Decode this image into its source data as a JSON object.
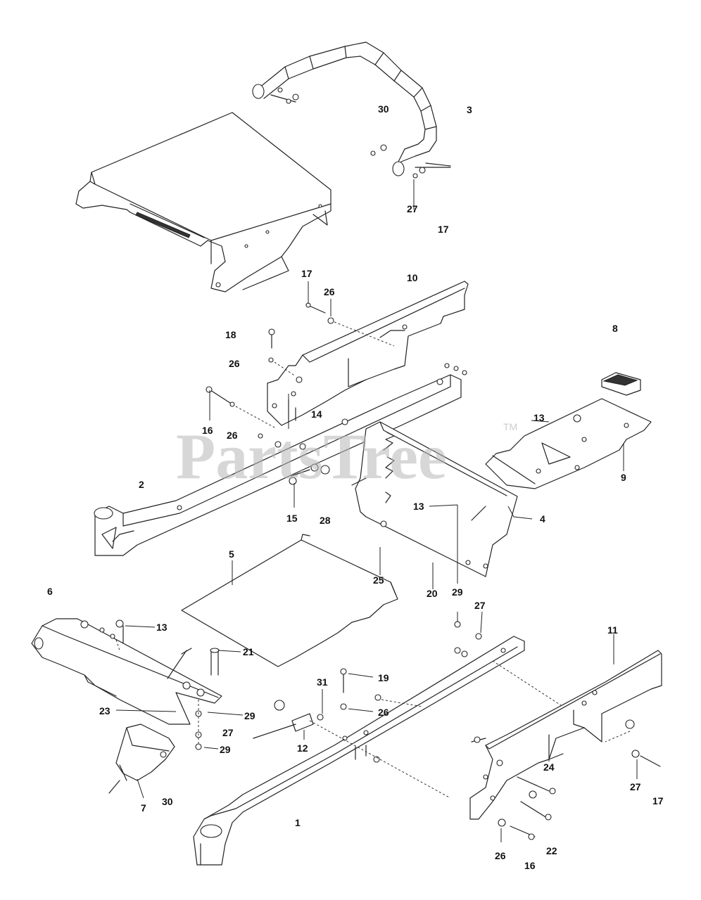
{
  "watermark": {
    "text": "PartsTree",
    "trademark": "TM"
  },
  "callouts": [
    {
      "id": "c30a",
      "label": "30"
    },
    {
      "id": "c3",
      "label": "3"
    },
    {
      "id": "c27a",
      "label": "27"
    },
    {
      "id": "c17a",
      "label": "17"
    },
    {
      "id": "c10",
      "label": "10"
    },
    {
      "id": "c17b",
      "label": "17"
    },
    {
      "id": "c26a",
      "label": "26"
    },
    {
      "id": "c18",
      "label": "18"
    },
    {
      "id": "c8",
      "label": "8"
    },
    {
      "id": "c26b",
      "label": "26"
    },
    {
      "id": "c14",
      "label": "14"
    },
    {
      "id": "c16a",
      "label": "16"
    },
    {
      "id": "c26c",
      "label": "26"
    },
    {
      "id": "c13a",
      "label": "13"
    },
    {
      "id": "c9",
      "label": "9"
    },
    {
      "id": "c2",
      "label": "2"
    },
    {
      "id": "c13b",
      "label": "13"
    },
    {
      "id": "c4",
      "label": "4"
    },
    {
      "id": "c15",
      "label": "15"
    },
    {
      "id": "c28",
      "label": "28"
    },
    {
      "id": "c5",
      "label": "5"
    },
    {
      "id": "c25",
      "label": "25"
    },
    {
      "id": "c6",
      "label": "6"
    },
    {
      "id": "c20",
      "label": "20"
    },
    {
      "id": "c29a",
      "label": "29"
    },
    {
      "id": "c27b",
      "label": "27"
    },
    {
      "id": "c13c",
      "label": "13"
    },
    {
      "id": "c11",
      "label": "11"
    },
    {
      "id": "c21",
      "label": "21"
    },
    {
      "id": "c19",
      "label": "19"
    },
    {
      "id": "c31",
      "label": "31"
    },
    {
      "id": "c23",
      "label": "23"
    },
    {
      "id": "c26d",
      "label": "26"
    },
    {
      "id": "c29b",
      "label": "29"
    },
    {
      "id": "c27c",
      "label": "27"
    },
    {
      "id": "c29c",
      "label": "29"
    },
    {
      "id": "c12",
      "label": "12"
    },
    {
      "id": "c24",
      "label": "24"
    },
    {
      "id": "c27d",
      "label": "27"
    },
    {
      "id": "c30b",
      "label": "30"
    },
    {
      "id": "c7",
      "label": "7"
    },
    {
      "id": "c17c",
      "label": "17"
    },
    {
      "id": "c1",
      "label": "1"
    },
    {
      "id": "c22",
      "label": "22"
    },
    {
      "id": "c26e",
      "label": "26"
    },
    {
      "id": "c16b",
      "label": "16"
    }
  ]
}
